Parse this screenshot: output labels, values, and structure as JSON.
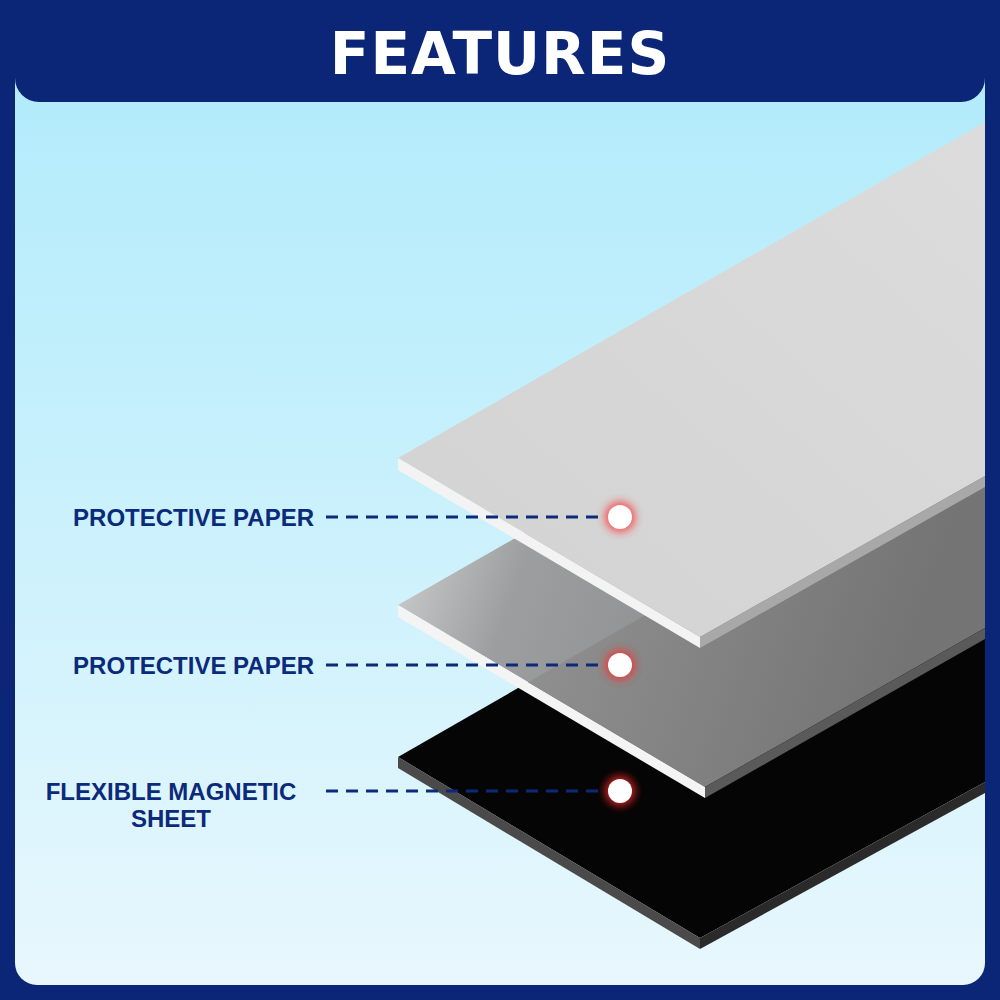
{
  "diagram": {
    "title": "FEATURES",
    "labels": [
      "PROTECTIVE PAPER",
      "PROTECTIVE PAPER",
      "FLEXIBLE MAGNETIC SHEET"
    ]
  }
}
